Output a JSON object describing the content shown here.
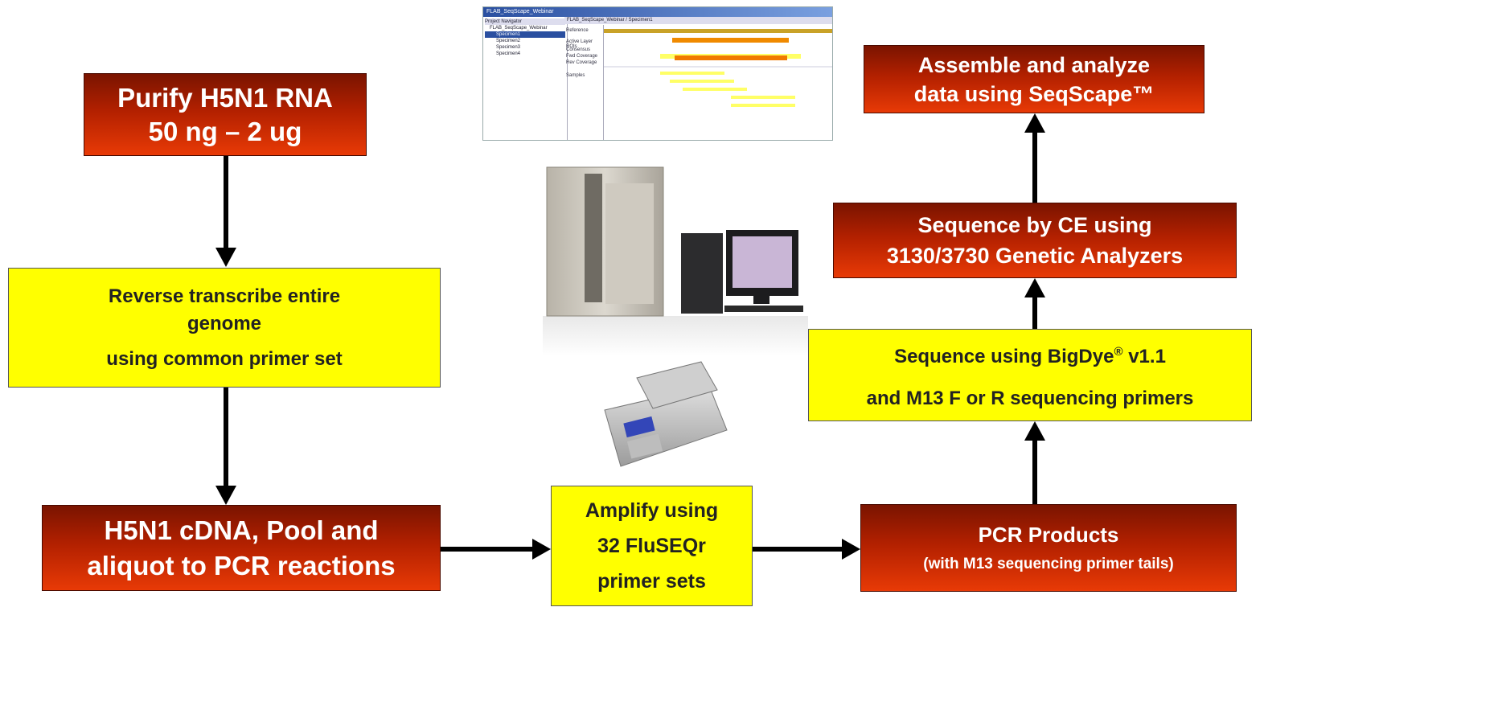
{
  "steps": {
    "purify": {
      "line1": "Purify H5N1 RNA",
      "line2": "50 ng – 2 ug"
    },
    "reverse": {
      "line1": "Reverse transcribe entire",
      "line2": "genome",
      "line3": "using common primer set"
    },
    "cdna": {
      "line1": "H5N1 cDNA, Pool and",
      "line2": "aliquot to PCR reactions"
    },
    "amplify": {
      "line1": "Amplify using",
      "line2": "32 FluSEQr",
      "line3": "primer sets"
    },
    "pcr": {
      "line1": "PCR Products",
      "line2": "(with M13 sequencing primer tails)"
    },
    "bigdye": {
      "line1_pre": "Sequence using BigDye",
      "line1_sup": "®",
      "line1_post": " v1.1",
      "line2": "and M13 F or R sequencing primers"
    },
    "ce": {
      "line1": "Sequence by CE using",
      "line2": "3130/3730 Genetic Analyzers"
    },
    "assemble": {
      "line1": "Assemble and analyze",
      "line2": "data using SeqScape™"
    }
  },
  "software_window": {
    "title": "FLAB_SeqScape_Webinar",
    "tree": [
      "Project Navigator",
      "FLAB_SeqScape_Webinar",
      "Specimen1",
      "Specimen2",
      "Specimen3",
      "Specimen4"
    ],
    "header": "FLAB_SeqScape_Webinar / Specimen1",
    "rows": [
      "Reference",
      "Active Layer ROIs",
      "Consensus",
      "Fwd Coverage",
      "Rev Coverage",
      "Samples"
    ]
  },
  "colors": {
    "red_dark": "#7a1400",
    "red_light": "#e83a06",
    "yellow": "#ffff00",
    "arrow": "#000000"
  }
}
